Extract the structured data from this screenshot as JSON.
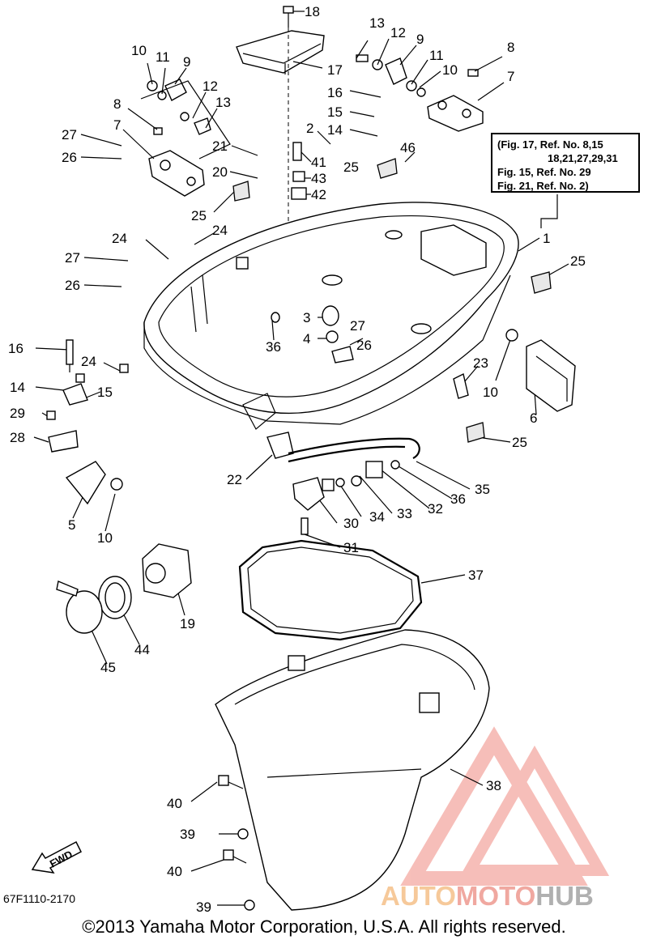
{
  "note": {
    "line1": "(Fig. 17, Ref. No. 8,15",
    "line2": "18,21,27,29,31",
    "line3": "Fig. 15, Ref. No. 29",
    "line4": "Fig. 21, Ref. No. 2)"
  },
  "ref_code": "67F1110-2170",
  "copyright": "©2013 Yamaha Motor Corporation, U.S.A. All rights reserved.",
  "watermark": {
    "part1": "AUTO",
    "part2": "MOTO",
    "part3": "HUB",
    "colors": {
      "auto": "#f6c99a",
      "moto": "#f0a8a0",
      "hub": "#b0b0b0",
      "logo": "#f08a80"
    }
  },
  "fwd_label": "FWD",
  "callouts": {
    "c18": "18",
    "c17": "17",
    "c13a": "13",
    "c12a": "12",
    "c9a": "9",
    "c11a": "11",
    "c10a": "10",
    "c8a": "8",
    "c7a": "7",
    "c10b": "10",
    "c11b": "11",
    "c9b": "9",
    "c12b": "12",
    "c13b": "13",
    "c8b": "8",
    "c7b": "7",
    "c16a": "16",
    "c15a": "15",
    "c14a": "14",
    "c2": "2",
    "c46": "46",
    "c25a": "25",
    "c41": "41",
    "c43": "43",
    "c42": "42",
    "c27a": "27",
    "c26a": "26",
    "c21": "21",
    "c20": "20",
    "c25b": "25",
    "c24a": "24",
    "c24b": "24",
    "c27b": "27",
    "c26b": "26",
    "c1": "1",
    "c25c": "25",
    "c3": "3",
    "c4": "4",
    "c27c": "27",
    "c26c": "26",
    "c36a": "36",
    "c16b": "16",
    "c24c": "24",
    "c14b": "14",
    "c15b": "15",
    "c29": "29",
    "c28": "28",
    "c23": "23",
    "c10c": "10",
    "c6": "6",
    "c25d": "25",
    "c22": "22",
    "c35": "35",
    "c36b": "36",
    "c32": "32",
    "c33": "33",
    "c34": "34",
    "c30": "30",
    "c31": "31",
    "c5": "5",
    "c10d": "10",
    "c37": "37",
    "c19": "19",
    "c44": "44",
    "c45": "45",
    "c38": "38",
    "c40a": "40",
    "c39a": "39",
    "c40b": "40",
    "c39b": "39"
  }
}
